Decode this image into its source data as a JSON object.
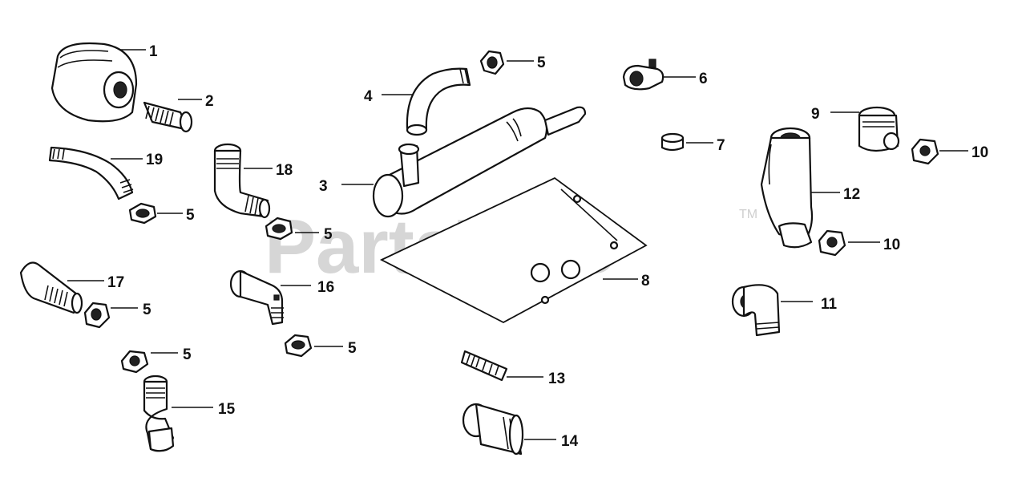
{
  "watermark": {
    "text": "PartsTree",
    "trademark": "TM"
  },
  "callouts": {
    "c1": "1",
    "c2": "2",
    "c3": "3",
    "c4": "4",
    "c5a": "5",
    "c5b": "5",
    "c5c": "5",
    "c5d": "5",
    "c5e": "5",
    "c5f": "5",
    "c6": "6",
    "c7": "7",
    "c8": "8",
    "c9": "9",
    "c10a": "10",
    "c10b": "10",
    "c11": "11",
    "c12": "12",
    "c13": "13",
    "c14": "14",
    "c15": "15",
    "c16": "16",
    "c17": "17",
    "c18": "18",
    "c19": "19"
  }
}
